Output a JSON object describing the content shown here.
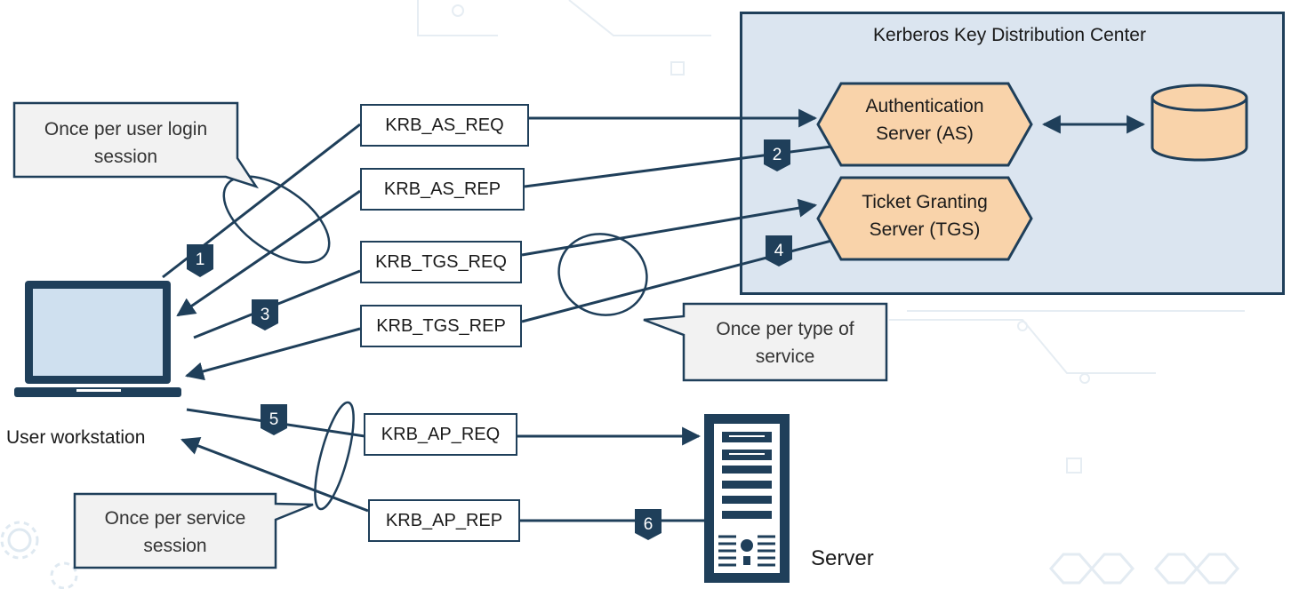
{
  "kdc": {
    "title": "Kerberos Key Distribution Center",
    "as_label_line1": "Authentication",
    "as_label_line2": "Server (AS)",
    "tgs_label_line1": "Ticket Granting",
    "tgs_label_line2": "Server (TGS)"
  },
  "messages": {
    "as_req": "KRB_AS_REQ",
    "as_rep": "KRB_AS_REP",
    "tgs_req": "KRB_TGS_REQ",
    "tgs_rep": "KRB_TGS_REP",
    "ap_req": "KRB_AP_REQ",
    "ap_rep": "KRB_AP_REP"
  },
  "steps": [
    "1",
    "2",
    "3",
    "4",
    "5",
    "6"
  ],
  "callouts": {
    "login_line1": "Once per user login",
    "login_line2": "session",
    "service_type_line1": "Once per type of",
    "service_type_line2": "service",
    "service_session_line1": "Once per service",
    "service_session_line2": "session"
  },
  "labels": {
    "workstation": "User workstation",
    "server": "Server"
  },
  "colors": {
    "navy": "#1f3f5a",
    "kdc_fill": "#dbe5f0",
    "server_component_fill": "#f9d3aa",
    "callout_fill": "#f2f2f2"
  }
}
